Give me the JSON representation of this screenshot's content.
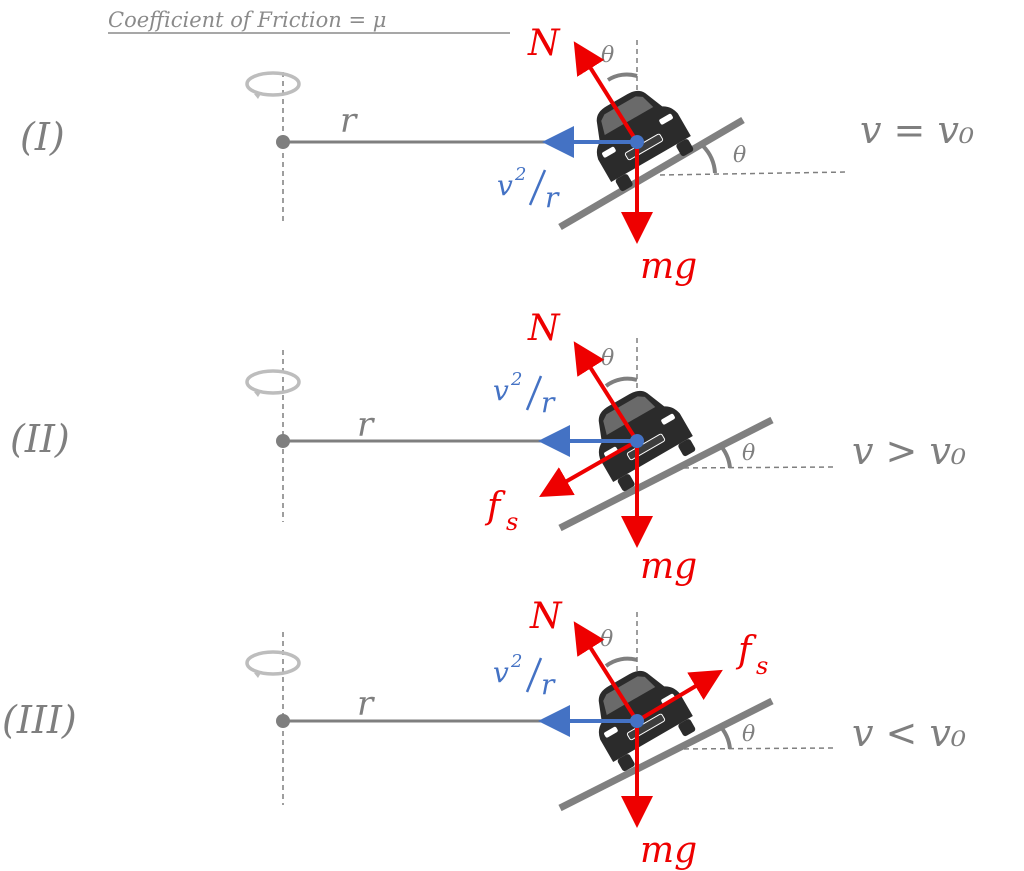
{
  "title": "Coefficient of Friction = μ",
  "colors": {
    "force": "#ee0000",
    "acceleration": "#4472c4",
    "line": "#7f7f7f",
    "incline": "#808080",
    "car": "#2b2b2b"
  },
  "icons": [
    "rotation-arrow-icon",
    "car-icon"
  ],
  "scenarios": [
    {
      "label": "(I)",
      "condition": "v = v₀",
      "radius": "r",
      "normal": "N",
      "weight": "mg",
      "accel_base": "v",
      "accel_sup": "2",
      "accel_den": "r",
      "angle_top": "θ",
      "angle_incline": "θ",
      "friction": "",
      "friction_sub": ""
    },
    {
      "label": "(II)",
      "condition": "v > v₀",
      "radius": "r",
      "normal": "N",
      "weight": "mg",
      "accel_base": "v",
      "accel_sup": "2",
      "accel_den": "r",
      "angle_top": "θ",
      "angle_incline": "θ",
      "friction": "f",
      "friction_sub": "s"
    },
    {
      "label": "(III)",
      "condition": "v < v₀",
      "radius": "r",
      "normal": "N",
      "weight": "mg",
      "accel_base": "v",
      "accel_sup": "2",
      "accel_den": "r",
      "angle_top": "θ",
      "angle_incline": "θ",
      "friction": "f",
      "friction_sub": "s"
    }
  ]
}
